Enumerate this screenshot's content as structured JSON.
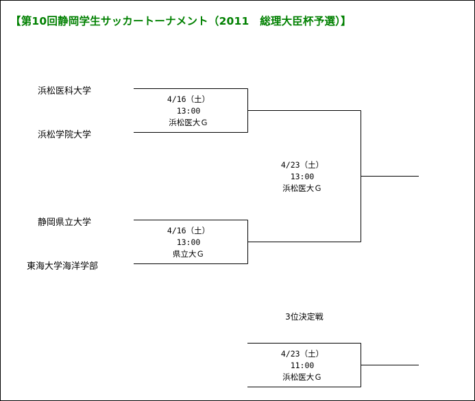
{
  "title": "【第10回静岡学生サッカートーナメント（2011　総理大臣杯予選）】",
  "teams": [
    "浜松医科大学",
    "浜松学院大学",
    "静岡県立大学",
    "東海大学海洋学部"
  ],
  "matches": {
    "sf1": {
      "date": "4/16（土）",
      "time": "13:00",
      "venue": "浜松医大Ｇ"
    },
    "sf2": {
      "date": "4/16（土）",
      "time": "13:00",
      "venue": "県立大Ｇ"
    },
    "final": {
      "date": "4/23（土）",
      "time": "13:00",
      "venue": "浜松医大Ｇ"
    },
    "third": {
      "label": "3位決定戦",
      "date": "4/23（土）",
      "time": "11:00",
      "venue": "浜松医大Ｇ"
    }
  },
  "colors": {
    "title": "#008000",
    "lines": "#000000"
  }
}
